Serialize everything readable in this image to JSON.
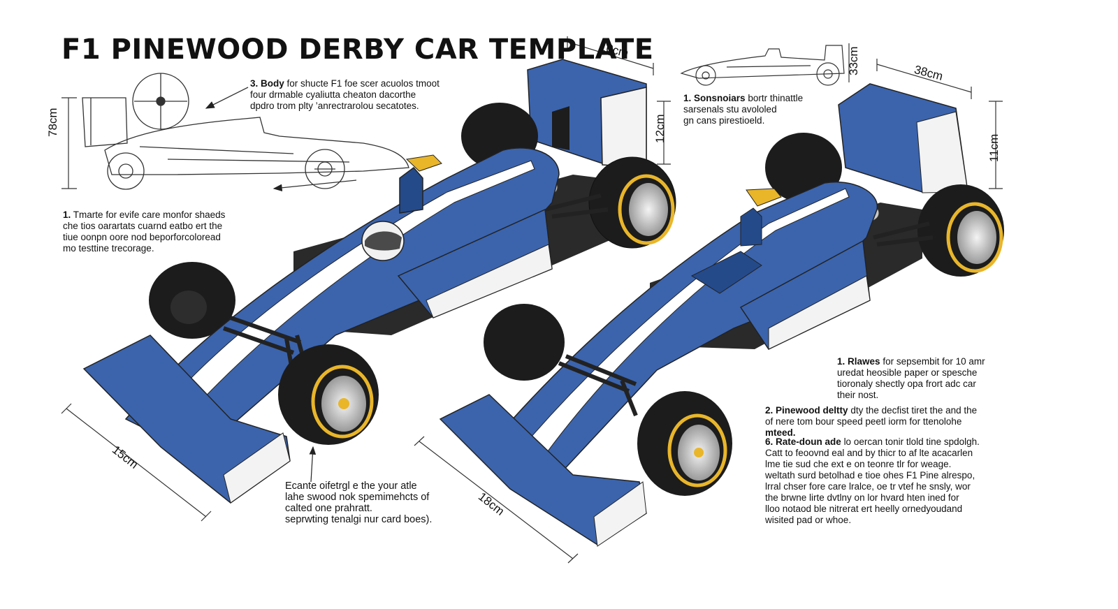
{
  "title": "F1 PINEWOOD DERBY CAR TEMPLATE",
  "colors": {
    "body_blue": "#3b64ad",
    "body_blue_dark": "#244a8a",
    "stripe_white": "#ffffff",
    "tire_black": "#1c1c1c",
    "tire_stripe_yellow": "#e9b62a",
    "outline": "#222222"
  },
  "dimensions": {
    "side_view_height": "78cm",
    "top_right_length": "10cm",
    "left_car_height": "12cm",
    "right_side_height": "33cm",
    "right_car_length": "38cm",
    "right_car_height": "11cm",
    "left_car_width": "15cm",
    "right_car_width": "18cm"
  },
  "notes": {
    "body": {
      "num": "3.",
      "bold": "Body",
      "lines": [
        "for shucte F1 foe scer acuolos tmoot",
        "four drmable cyaliutta cheaton dacorthe",
        "dpdro trom plty ’anrectrarolou secatotes."
      ]
    },
    "left_side": {
      "num": "1.",
      "bold": "Tmarte",
      "lines": [
        "for evife care monfor shaeds",
        "che tios oarartats cuarnd eatbo ert the",
        "tiue oonpn oore nod beporforcoloread",
        "mo testtine trecorage."
      ]
    },
    "bottom_center": {
      "lines": [
        "Ecante oifetrgl e the your atle",
        "lahe swood nok spemimehcts of",
        "calted one prahratt.",
        "seprwting tenalgi nur card boes)."
      ]
    },
    "sonsnoats": {
      "num": "1.",
      "bold": "Sonsnoiars",
      "lines": [
        "bortr thinattle",
        "sarsenals stu avololed",
        "gn cans pirestioeld."
      ]
    },
    "rlawes": {
      "num": "1.",
      "bold": "Rlawes",
      "lines": [
        "for sepsembit for 10 amr",
        "uredat heosible paper or spesche",
        "tioronaly shectly opa frort adc car",
        "their nost."
      ]
    },
    "pinewood": {
      "num": "2.",
      "bold": "Pinewood deltty",
      "lines": [
        "dty the decfist tiret the and the",
        "of nere tom bour speed peetl iorm for ttenolohe",
        "mteed."
      ]
    },
    "rate": {
      "num": "6.",
      "bold": "Rate-doun ade",
      "lines": [
        "lo oercan tonir tlold tine spdolgh.",
        "Catt to feoovnd eal and by thicr to af lte acacarlen",
        "lme tie sud che ext e on teonre tlr for weage.",
        "weltath surd betolhad e tioe ohes F1 Pine alrespo,",
        "lrral chser fore care lralce, oe tr vtef he snsly, wor",
        "the brwne lirte dvtlny on lor hvard hten ined for",
        "lloo notaod ble nitrerat ert heelly ornedyoudand",
        "wisited pad or whoe."
      ]
    }
  }
}
